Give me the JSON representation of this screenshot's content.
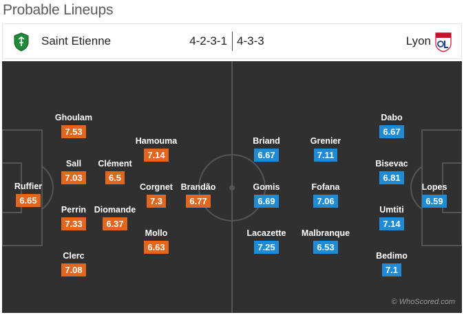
{
  "title": "Probable Lineups",
  "header": {
    "home_team": "Saint Etienne",
    "away_team": "Lyon",
    "home_formation": "4-2-3-1",
    "away_formation": "4-3-3",
    "home_crest_icon": "saint-etienne-crest-icon",
    "away_crest_icon": "lyon-crest-icon"
  },
  "colors": {
    "home_rating_bg": "#e2661d",
    "away_rating_bg": "#1e8bd4",
    "pitch": "#303030"
  },
  "home_players": [
    {
      "name": "Ruffier",
      "rating": "6.65"
    },
    {
      "name": "Ghoulam",
      "rating": "7.53"
    },
    {
      "name": "Sall",
      "rating": "7.03"
    },
    {
      "name": "Perrin",
      "rating": "7.33"
    },
    {
      "name": "Clerc",
      "rating": "7.08"
    },
    {
      "name": "Clément",
      "rating": "6.5"
    },
    {
      "name": "Diomande",
      "rating": "6.37"
    },
    {
      "name": "Hamouma",
      "rating": "7.14"
    },
    {
      "name": "Corgnet",
      "rating": "7.3"
    },
    {
      "name": "Mollo",
      "rating": "6.63"
    },
    {
      "name": "Brandão",
      "rating": "6.77"
    }
  ],
  "away_players": [
    {
      "name": "Briand",
      "rating": "6.67"
    },
    {
      "name": "Gomis",
      "rating": "6.69"
    },
    {
      "name": "Lacazette",
      "rating": "7.25"
    },
    {
      "name": "Grenier",
      "rating": "7.11"
    },
    {
      "name": "Fofana",
      "rating": "7.06"
    },
    {
      "name": "Malbranque",
      "rating": "6.53"
    },
    {
      "name": "Dabo",
      "rating": "6.67"
    },
    {
      "name": "Bisevac",
      "rating": "6.81"
    },
    {
      "name": "Umtiti",
      "rating": "7.14"
    },
    {
      "name": "Bedimo",
      "rating": "7.1"
    },
    {
      "name": "Lopes",
      "rating": "6.59"
    }
  ],
  "watermark": "© WhoScored.com"
}
